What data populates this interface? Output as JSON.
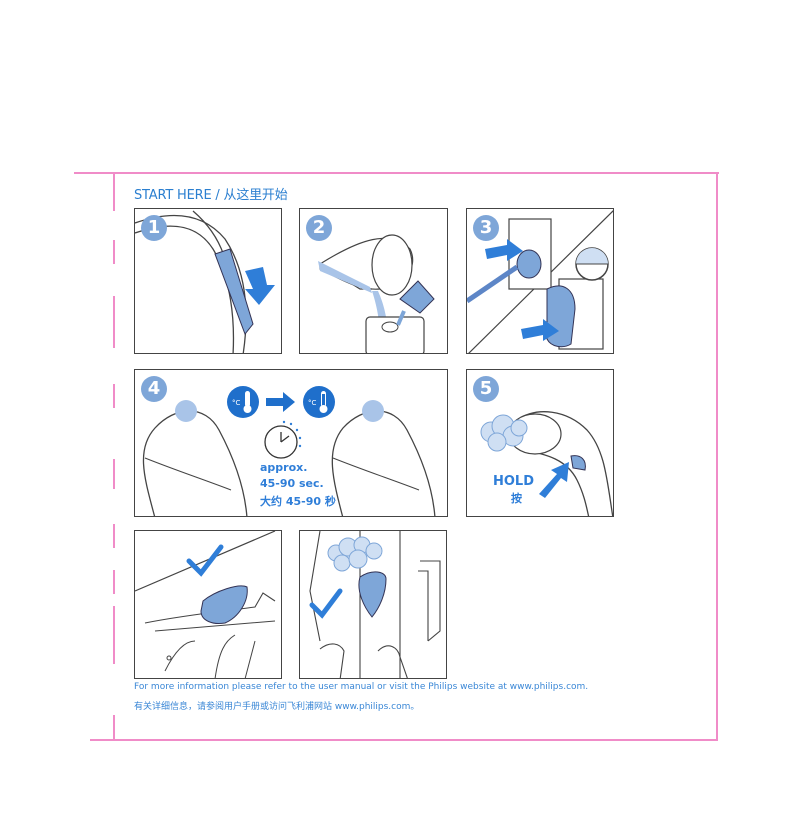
{
  "page": {
    "title": "START HERE / 从这里开始",
    "accent_color": "#2b7fd0",
    "illustration_blue": "#7ea6d8",
    "trim_color": "#f08cc8"
  },
  "steps": [
    {
      "number": "1",
      "description": "Slide down water tank release"
    },
    {
      "number": "2",
      "description": "Pour water into water tank"
    },
    {
      "number": "3",
      "description": "Insert plug into wall socket and switch on"
    },
    {
      "number": "4",
      "description": "Wait for heat-up",
      "text": {
        "line1": "approx.",
        "line2": "45-90 sec.",
        "line3": "大约 45-90 秒"
      },
      "icons": [
        "thermometer-cold-icon",
        "arrow-right-icon",
        "thermometer-hot-icon",
        "clock-icon"
      ]
    },
    {
      "number": "5",
      "description": "Hold steam trigger",
      "text": {
        "line1": "HOLD",
        "line2": "按"
      }
    },
    {
      "number": "",
      "description": "Steam horizontal garment",
      "icons": [
        "checkmark-icon"
      ]
    },
    {
      "number": "",
      "description": "Steam hanging garment",
      "icons": [
        "checkmark-icon"
      ]
    }
  ],
  "footer": {
    "english": "For more information please refer to the user manual or visit the Philips website at www.philips.com.",
    "chinese": "有关详细信息，请参阅用户手册或访问飞利浦网站 www.philips.com。"
  }
}
